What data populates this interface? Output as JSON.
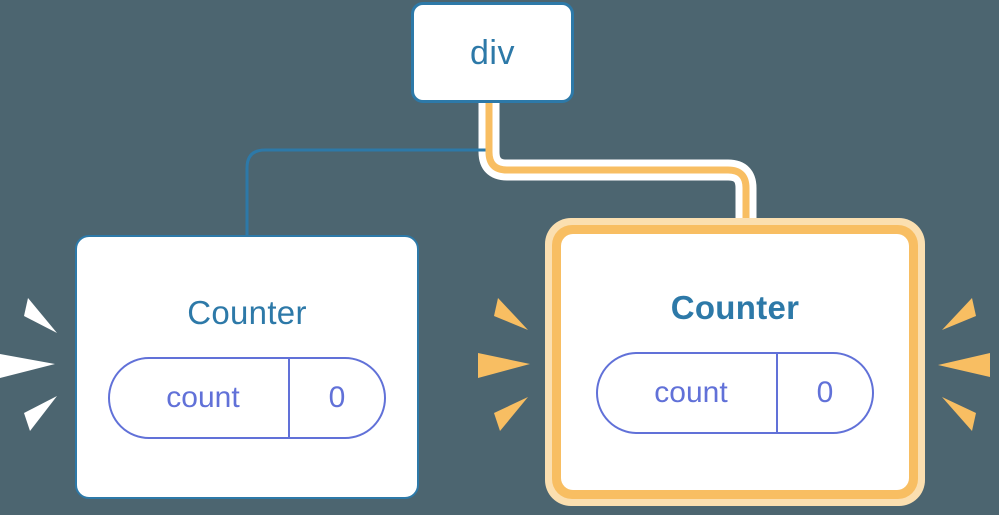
{
  "diagram": {
    "type": "component-tree",
    "background_color": "#4c6570",
    "root": {
      "label": "div",
      "border_color": "#2d79a8"
    },
    "children": [
      {
        "label": "Counter",
        "highlighted": false,
        "title_weight": "regular",
        "title_color": "#2d79a8",
        "border_color": "#2d79a8",
        "state": {
          "key": "count",
          "value": "0",
          "color": "#6171d8"
        },
        "burst": {
          "name": "sparkle-burst-white",
          "color": "#ffffff",
          "rays": 3
        },
        "edge": {
          "color": "#2d79a8",
          "style": "thin",
          "highlighted": false
        }
      },
      {
        "label": "Counter",
        "highlighted": true,
        "title_weight": "bold",
        "title_color": "#2d79a8",
        "ring_color": "#f8be62",
        "halo_color": "#fbdfb0",
        "state": {
          "key": "count",
          "value": "0",
          "color": "#6171d8"
        },
        "burst": {
          "name": "sparkle-burst-orange",
          "color": "#f8be62",
          "rays": 3
        },
        "edge": {
          "color": "#f8be62",
          "glow_color": "#ffffff",
          "style": "thick-glow",
          "highlighted": true
        }
      }
    ]
  }
}
